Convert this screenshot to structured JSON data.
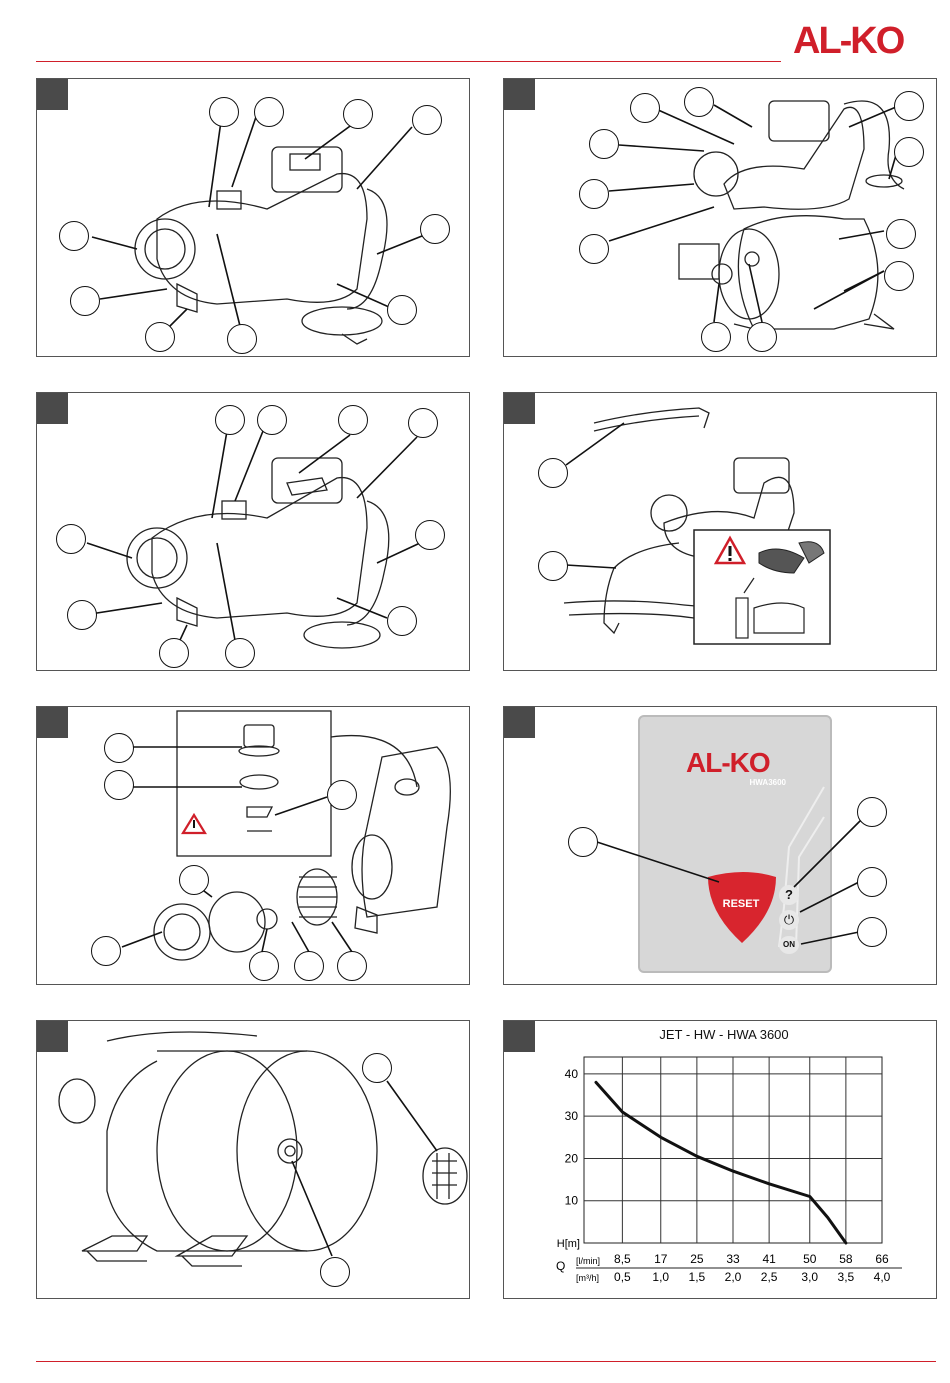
{
  "brand": "AL-KO",
  "device": {
    "brand": "AL-KO",
    "model": "HWA3600",
    "reset_label": "RESET",
    "help_symbol": "?",
    "on_label": "ON"
  },
  "chart_data": {
    "type": "line",
    "title": "JET - HW - HWA 3600",
    "ylabel": "H[m]",
    "xlabel": "Q",
    "yticks": [
      "40",
      "30",
      "20",
      "10"
    ],
    "ylim": [
      0,
      44
    ],
    "xunits_primary": "[l/min]",
    "xunits_secondary": "[m³/h]",
    "xticks_lmin": [
      "8,5",
      "17",
      "25",
      "33",
      "41",
      "50",
      "58",
      "66"
    ],
    "xticks_m3h": [
      "0,5",
      "1,0",
      "1,5",
      "2,0",
      "2,5",
      "3,0",
      "3,5",
      "4,0"
    ],
    "grid": true,
    "series": [
      {
        "x": [
          0,
          8.5,
          17,
          25,
          33,
          41,
          50,
          54,
          58
        ],
        "y": [
          38,
          31,
          25,
          20.5,
          17,
          14,
          11,
          6,
          0
        ]
      }
    ]
  }
}
